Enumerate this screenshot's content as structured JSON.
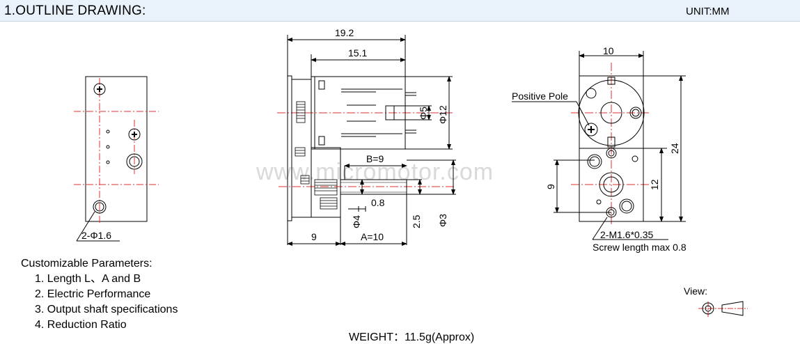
{
  "header": {
    "title": "1.OUTLINE DRAWING:",
    "unit": "UNIT:MM"
  },
  "drawing": {
    "left_view": {
      "hole_label": "2-Φ1.6"
    },
    "side_view": {
      "overall_length": "19.2",
      "motor_length": "15.1",
      "dim_b": "B=9",
      "dim_0_8": "0.8",
      "dim_9": "9",
      "dim_a": "A=10",
      "dim_phi4": "Φ4",
      "dim_2_5": "2.5",
      "dim_phi3": "Φ3",
      "dim_phi5": "Φ5",
      "dim_phi12": "Φ12"
    },
    "end_view": {
      "width": "10",
      "positive_pole": "Positive Pole",
      "height_total": "24",
      "height_gear": "12",
      "hole_spacing": "9",
      "screw_label": "2-M1.6*0.35",
      "screw_note": "Screw length max 0.8"
    },
    "watermark": "www.micromotor.com"
  },
  "params": {
    "title": "Customizable Parameters:",
    "items": [
      "1. Length  L、A and B",
      "2. Electric Performance",
      "3. Output shaft specifications",
      "4. Reduction Ratio"
    ]
  },
  "weight": "WEIGHT：11.5g(Approx)",
  "view": {
    "label": "View:"
  }
}
